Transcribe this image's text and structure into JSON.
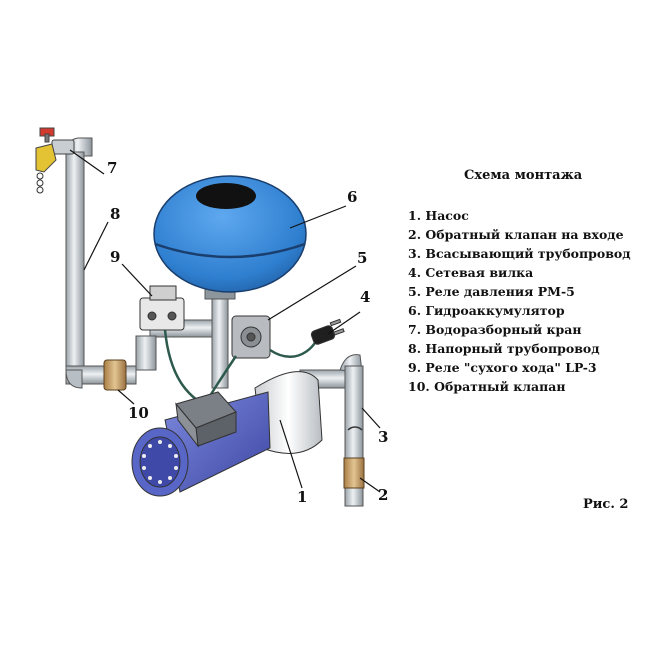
{
  "legend": {
    "title": "Схема монтажа",
    "items": [
      "1. Насос",
      "2. Обратный клапан на входе",
      "3. Всасывающий трубопровод",
      "4. Сетевая вилка",
      "5. Реле давления РМ-5",
      "6. Гидроаккумулятор",
      "7. Водоразборный кран",
      "8. Напорный трубопровод",
      "9. Реле \"сухого хода\" LP-3",
      "10. Обратный клапан"
    ]
  },
  "callouts": [
    "1",
    "2",
    "3",
    "4",
    "5",
    "6",
    "7",
    "8",
    "9",
    "10"
  ],
  "caption": "Рис. 2",
  "colors": {
    "pipe": "#c8ced3",
    "tank": "#2f7fd0",
    "motor": "#5866c8",
    "valve_brass": "#c9a46e",
    "tap_handle": "#d23a2e",
    "tap_body": "#e3c234",
    "cable": "#2e5a4e"
  }
}
